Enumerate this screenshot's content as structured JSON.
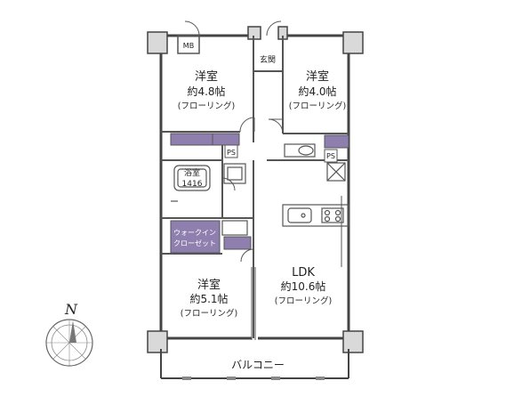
{
  "colors": {
    "wall": "#444444",
    "wall_fill": "#d9d9d9",
    "storage": "#8e7fae",
    "line": "#555555",
    "background": "#ffffff"
  },
  "rooms": {
    "western_left": {
      "name": "洋室",
      "size": "約4.8帖",
      "floor": "(フローリング)"
    },
    "western_right": {
      "name": "洋室",
      "size": "約4.0帖",
      "floor": "(フローリング)"
    },
    "western_bottom": {
      "name": "洋室",
      "size": "約5.1帖",
      "floor": "(フローリング)"
    },
    "ldk": {
      "name": "LDK",
      "size": "約10.6帖",
      "floor": "(フローリング)"
    },
    "bath": {
      "name": "浴室",
      "size": "1416"
    },
    "entrance": {
      "name": "玄関"
    },
    "balcony": {
      "name": "バルコニー"
    }
  },
  "labels": {
    "mb": "MB",
    "ps_left": "PS",
    "ps_right": "PS",
    "walkin_line1": "ウォークイン",
    "walkin_line2": "クローゼット"
  },
  "compass": {
    "north": "N"
  }
}
